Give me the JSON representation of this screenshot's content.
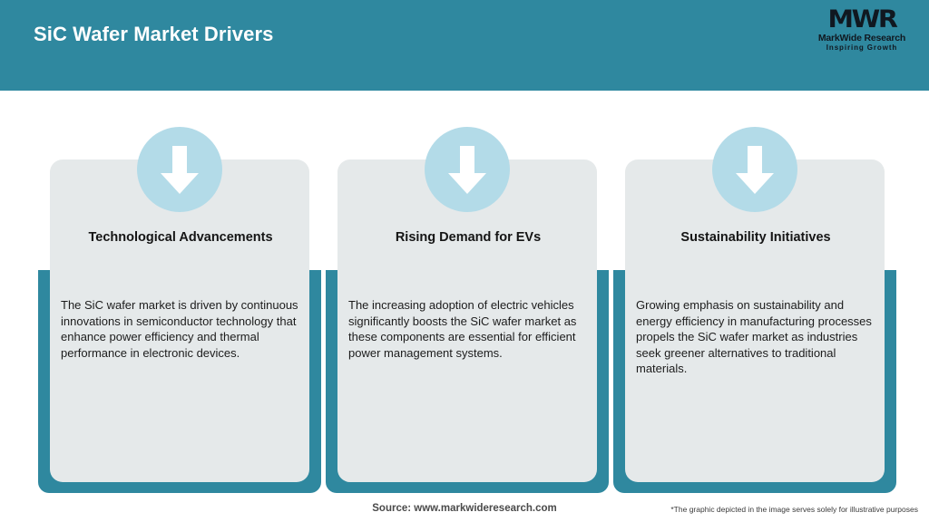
{
  "header": {
    "title": "SiC Wafer Market Drivers",
    "background_color": "#2f889f",
    "title_color": "#ffffff"
  },
  "logo": {
    "mark": "MWR",
    "name": "MarkWide Research",
    "tagline": "Inspiring Growth",
    "icon_name": "markwide-research-logo"
  },
  "theme": {
    "teal": "#2f889f",
    "light_blue": "#b3dbe8",
    "panel_gray": "#e5e9ea",
    "arrow_white": "#ffffff"
  },
  "cards": [
    {
      "icon_name": "down-arrow-icon",
      "heading": "Technological Advancements",
      "body": "The SiC wafer market is driven by continuous innovations in semiconductor technology that enhance power efficiency and thermal performance in electronic devices."
    },
    {
      "icon_name": "down-arrow-icon",
      "heading": "Rising Demand for EVs",
      "body": "The increasing adoption of electric vehicles significantly boosts the SiC wafer market as these components are essential for efficient power management systems."
    },
    {
      "icon_name": "down-arrow-icon",
      "heading": "Sustainability Initiatives",
      "body": "Growing emphasis on sustainability and energy efficiency in manufacturing processes propels the SiC wafer market as industries seek greener alternatives to traditional materials."
    }
  ],
  "footer": {
    "source": "Source: www.markwideresearch.com",
    "note": "*The graphic depicted in the image serves solely for illustrative purposes"
  }
}
